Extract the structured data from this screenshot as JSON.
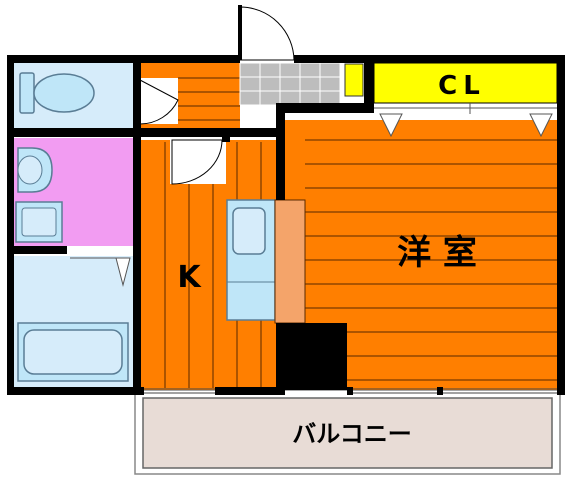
{
  "rooms": {
    "western_room": {
      "label": "洋 室",
      "floor_color": "#ff7f00"
    },
    "kitchen": {
      "label": "K",
      "floor_color": "#ff7f00"
    },
    "closet": {
      "label": "CL",
      "fill": "#ffff00"
    },
    "balcony": {
      "label": "バルコニー",
      "fill": "#e8dcd6"
    },
    "toilet": {
      "fill": "#d6ecfa"
    },
    "washroom": {
      "fill": "#f29cf2"
    },
    "bathroom": {
      "fill": "#d6ecfa"
    }
  },
  "colors": {
    "wall": "#000000",
    "floor_line": "#5a2a00",
    "fixture": "#bfe6f8",
    "entrance_tile": "#bdbdbd"
  },
  "icons": [
    "toilet-icon",
    "washbasin-icon",
    "bathtub-icon",
    "sink-icon",
    "door-swing-icon"
  ]
}
